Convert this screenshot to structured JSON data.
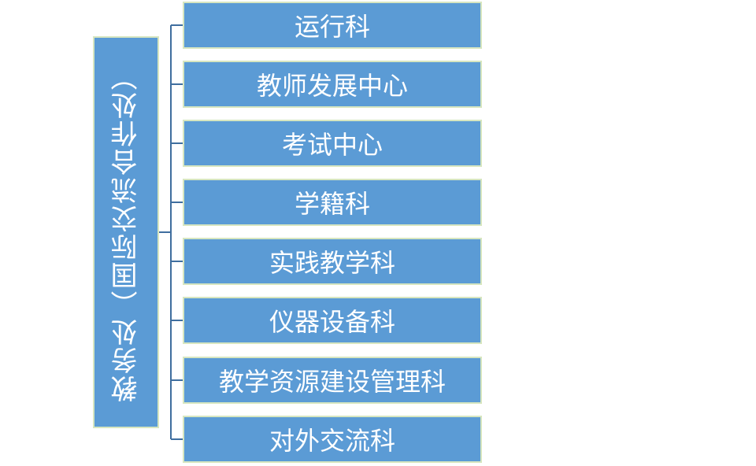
{
  "root": {
    "label": "教务处（国际交流合作处）"
  },
  "children": [
    {
      "label": "运行科"
    },
    {
      "label": "教师发展中心"
    },
    {
      "label": "考试中心"
    },
    {
      "label": "学籍科"
    },
    {
      "label": "实践教学科"
    },
    {
      "label": "仪器设备科"
    },
    {
      "label": "教学资源建设管理科"
    },
    {
      "label": "对外交流科"
    }
  ],
  "colors": {
    "box_fill": "#5b9bd5",
    "box_border": "#d7e6c0",
    "connector": "#3f6e9f",
    "text": "#ffffff"
  }
}
